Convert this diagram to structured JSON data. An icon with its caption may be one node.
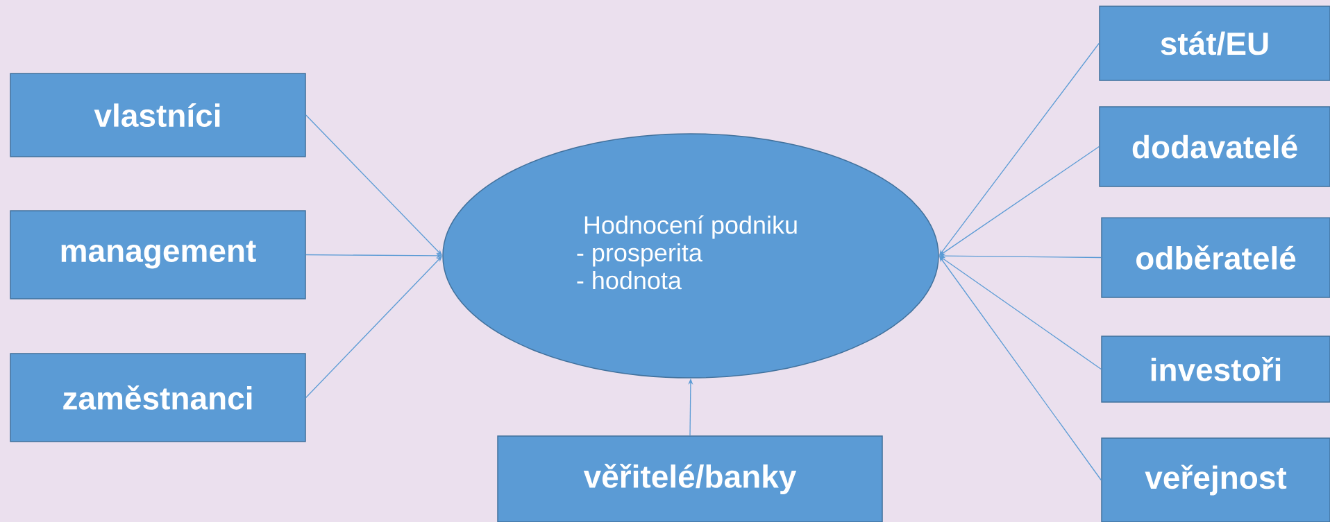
{
  "diagram": {
    "nodes": [
      {
        "text": [
          "Hodnocení podniku",
          "- prosperita",
          "- hodnota"
        ]
      },
      {
        "text": [
          "vlastníci"
        ]
      },
      {
        "text": [
          "management"
        ]
      },
      {
        "text": [
          "zaměstnanci"
        ]
      },
      {
        "text": [
          "věřitelé/banky"
        ]
      },
      {
        "text": [
          "stát/EU"
        ]
      },
      {
        "text": [
          "dodavatelé"
        ]
      },
      {
        "text": [
          "odběratelé"
        ]
      },
      {
        "text": [
          "investoři"
        ]
      },
      {
        "text": [
          "veřejnost"
        ]
      }
    ],
    "edges": [
      {
        "from": 1,
        "to": 0,
        "arrow": "to"
      },
      {
        "from": 2,
        "to": 0,
        "arrow": "to"
      },
      {
        "from": 3,
        "to": 0,
        "arrow": "to"
      },
      {
        "from": 4,
        "to": 0,
        "arrow": "to"
      },
      {
        "from": 5,
        "to": 0,
        "arrow": "to"
      },
      {
        "from": 6,
        "to": 0,
        "arrow": "to"
      },
      {
        "from": 7,
        "to": 0,
        "arrow": "to"
      },
      {
        "from": 8,
        "to": 0,
        "arrow": "to"
      },
      {
        "from": 9,
        "to": 0,
        "arrow": "to"
      }
    ]
  }
}
